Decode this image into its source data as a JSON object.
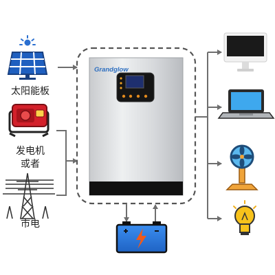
{
  "inputs": {
    "solar_label": "太阳能板",
    "generator_label_line1": "发电机",
    "generator_label_line2": "或者",
    "grid_label": "市电"
  },
  "inverter": {
    "brand": "Grandglow"
  },
  "icons": {
    "solar": "solar-panel-icon",
    "generator": "generator-icon",
    "grid": "power-tower-icon",
    "battery": "battery-icon",
    "desktop": "desktop-computer-icon",
    "laptop": "laptop-icon",
    "fan": "fan-icon",
    "bulb": "light-bulb-icon"
  },
  "colors": {
    "solar_blue": "#2a6fd0",
    "generator_red": "#d3202a",
    "battery_blue": "#2f7fe0",
    "lightning_orange": "#f05a1a",
    "fan_base": "#f0a43a",
    "bulb_yellow": "#f7c21b",
    "flow_gray": "#6e6e6e"
  }
}
